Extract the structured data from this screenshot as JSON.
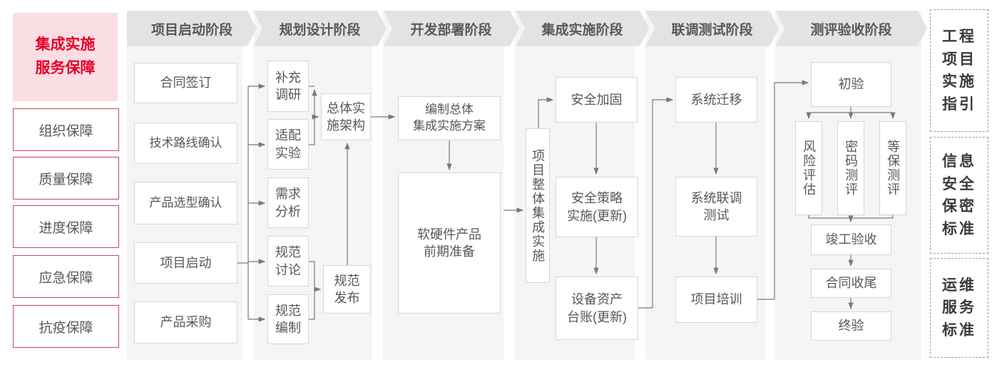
{
  "sidebar": {
    "title": "集成实施\n服务保障",
    "items": [
      "组织保障",
      "质量保障",
      "进度保障",
      "应急保障",
      "抗疫保障"
    ]
  },
  "columns": [
    {
      "header": "项目启动阶段",
      "boxes": [
        "合同签订",
        "技术路线确认",
        "产品选型确认",
        "项目启动",
        "产品采购"
      ]
    },
    {
      "header": "规划设计阶段",
      "boxes": [
        "补充\n调研",
        "适配\n实验",
        "需求\n分析",
        "规范\n讨论",
        "规范\n编制",
        "总体实\n施架构",
        "规范\n发布"
      ]
    },
    {
      "header": "开发部署阶段",
      "boxes": [
        "编制总体\n集成实施方案",
        "软硬件产品\n前期准备"
      ]
    },
    {
      "header": "集成实施阶段",
      "boxes": [
        "项目整体集成实施",
        "安全加固",
        "安全策略\n实施(更新)",
        "设备资产\n台账(更新)"
      ]
    },
    {
      "header": "联调测试阶段",
      "boxes": [
        "系统迁移",
        "系统联调\n测试",
        "项目培训"
      ]
    },
    {
      "header": "测评验收阶段",
      "boxes": [
        "初验",
        "风险评估",
        "密码测评",
        "等保测评",
        "竣工验收",
        "合同收尾",
        "终验"
      ]
    }
  ],
  "standards": [
    "工程项目实施指引",
    "信息安全保密标准",
    "运维服务标准"
  ],
  "colors": {
    "accent_red": "#e60028",
    "sidebar_border": "#c9485c",
    "pink_bg": "#fadee3",
    "header_bg": "#e5e3e1",
    "panel_bg": "#f6f5f3",
    "box_border": "#d9d6d3",
    "text_gray": "#595757",
    "connector": "#7a7a7a"
  }
}
